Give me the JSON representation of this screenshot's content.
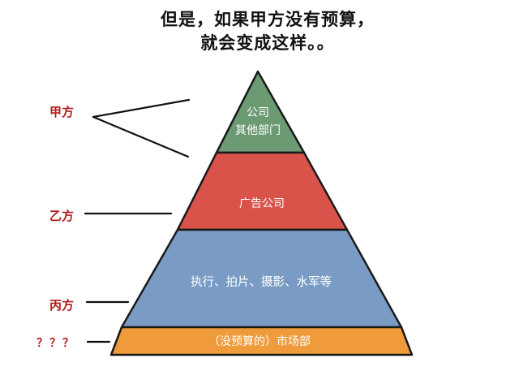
{
  "title": {
    "line1": "但是，如果甲方没有预算，",
    "line2": "就会变成这样。。"
  },
  "layers": [
    {
      "text": [
        "公司",
        "其他部门"
      ],
      "color": "#6b9a73"
    },
    {
      "text": [
        "广告公司"
      ],
      "color": "#d9534a"
    },
    {
      "text": [
        "执行、拍片、摄影、水军等"
      ],
      "color": "#7a9cc4"
    },
    {
      "text": [
        "（没预算的）市场部"
      ],
      "color": "#ef9b3b"
    }
  ],
  "side_labels": [
    "甲方",
    "乙方",
    "丙方",
    "？？？"
  ],
  "colors": {
    "label_red": "#b51c1c",
    "outline": "#1a1a1a",
    "layer_text": "#ffffff"
  }
}
